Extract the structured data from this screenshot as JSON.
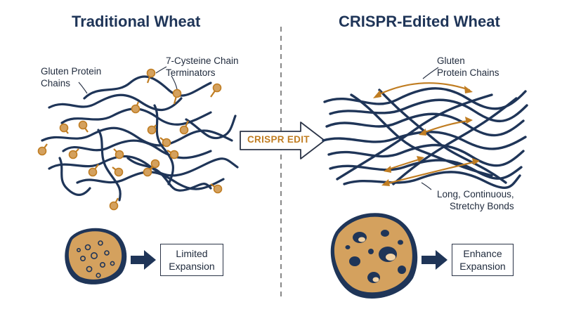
{
  "left": {
    "title": "Traditional Wheat",
    "chains_label": [
      "Gluten Protein",
      "Chains"
    ],
    "terminators_label": [
      "7-Cysteine Chain",
      "Terminators"
    ],
    "result": [
      "Limited",
      "Expansion"
    ]
  },
  "right": {
    "title": "CRISPR-Edited Wheat",
    "chains_label": [
      "Gluten",
      "Protein Chains"
    ],
    "bonds_label": [
      "Long, Continuous,",
      "Stretchy Bonds"
    ],
    "result": [
      "Enhance",
      "Expansion"
    ]
  },
  "middle": {
    "arrow_label": "CRISPR EDIT"
  },
  "colors": {
    "navy": "#1f3558",
    "gold": "#d4a15e",
    "gold_dark": "#c07d22",
    "divider": "#6b6b6b"
  },
  "icons": {
    "chain": "gluten-chain",
    "terminator": "cysteine-terminator-icon",
    "dough_small": "dough-ball-small-icon",
    "dough_large": "dough-ball-large-icon",
    "arrow": "right-arrow-icon"
  }
}
